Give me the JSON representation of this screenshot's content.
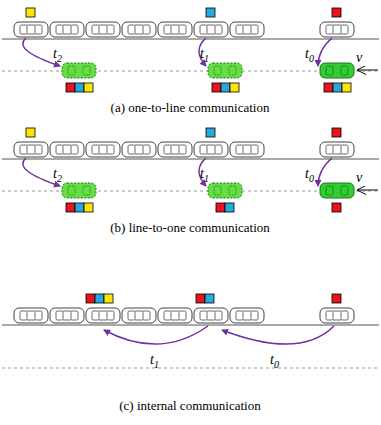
{
  "diagram": {
    "labels": [
      "t2",
      "t1",
      "t0",
      "v",
      "(a) one-to-line communication",
      "t2",
      "t1",
      "t0",
      "v",
      "(b) line-to-one communication",
      "t1",
      "t0",
      "(c) internal communication"
    ]
  }
}
